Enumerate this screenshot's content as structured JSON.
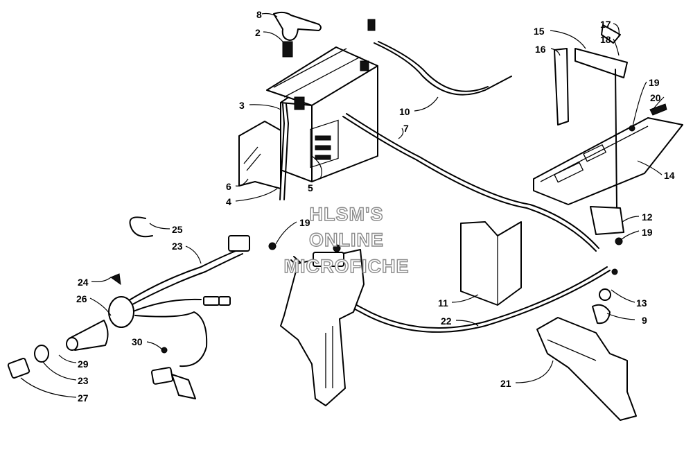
{
  "watermark": {
    "line1": "HLSM'S",
    "line2": "ONLINE",
    "line3": "MICROFICHE"
  },
  "callouts": [
    {
      "id": "c8",
      "text": "8"
    },
    {
      "id": "c2",
      "text": "2"
    },
    {
      "id": "c3",
      "text": "3"
    },
    {
      "id": "c6",
      "text": "6"
    },
    {
      "id": "c4",
      "text": "4"
    },
    {
      "id": "c5",
      "text": "5"
    },
    {
      "id": "c10",
      "text": "10"
    },
    {
      "id": "c7",
      "text": "7"
    },
    {
      "id": "c15",
      "text": "15"
    },
    {
      "id": "c16",
      "text": "16"
    },
    {
      "id": "c17",
      "text": "17"
    },
    {
      "id": "c18",
      "text": "18"
    },
    {
      "id": "c19a",
      "text": "19"
    },
    {
      "id": "c20",
      "text": "20"
    },
    {
      "id": "c14",
      "text": "14"
    },
    {
      "id": "c12",
      "text": "12"
    },
    {
      "id": "c19b",
      "text": "19"
    },
    {
      "id": "c13",
      "text": "13"
    },
    {
      "id": "c9",
      "text": "9"
    },
    {
      "id": "c11",
      "text": "11"
    },
    {
      "id": "c22",
      "text": "22"
    },
    {
      "id": "c21",
      "text": "21"
    },
    {
      "id": "c19c",
      "text": "19"
    },
    {
      "id": "c25",
      "text": "25"
    },
    {
      "id": "c23a",
      "text": "23"
    },
    {
      "id": "c24",
      "text": "24"
    },
    {
      "id": "c26",
      "text": "26"
    },
    {
      "id": "c30",
      "text": "30"
    },
    {
      "id": "c29",
      "text": "29"
    },
    {
      "id": "c23b",
      "text": "23"
    },
    {
      "id": "c27",
      "text": "27"
    }
  ]
}
